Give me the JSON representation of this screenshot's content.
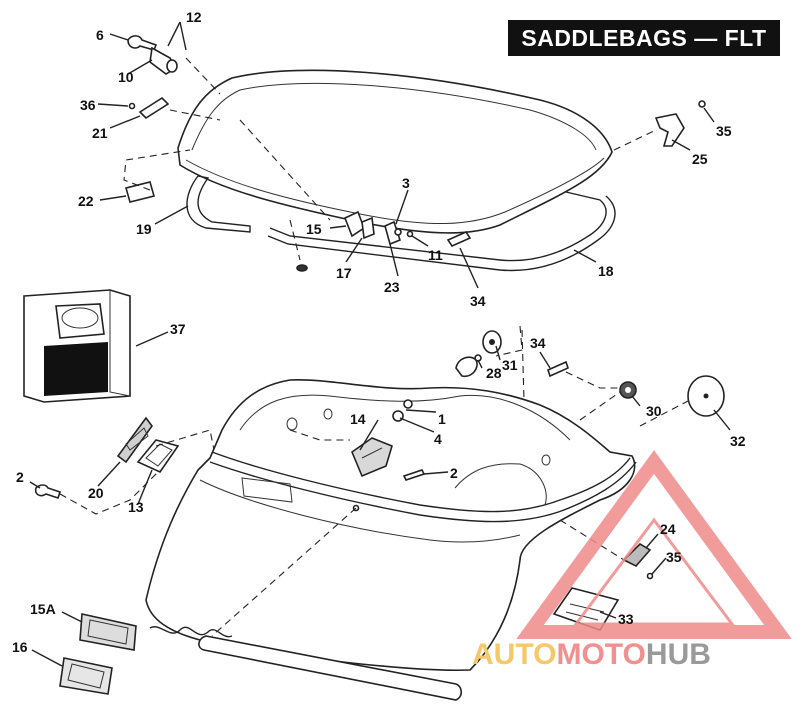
{
  "title": "SADDLEBAGS — FLT",
  "callouts": {
    "c12": "12",
    "c6": "6",
    "c10": "10",
    "c36": "36",
    "c21": "21",
    "c22": "22",
    "c19": "19",
    "c15": "15",
    "c17": "17",
    "c3": "3",
    "c23": "23",
    "c11": "11",
    "c34a": "34",
    "c18": "18",
    "c35a": "35",
    "c25": "25",
    "c37": "37",
    "c31": "31",
    "c28": "28",
    "c34b": "34",
    "c30": "30",
    "c32": "32",
    "c14": "14",
    "c1": "1",
    "c4": "4",
    "c2a": "2",
    "c2b": "2",
    "c20": "20",
    "c13": "13",
    "c24": "24",
    "c35b": "35",
    "c33": "33",
    "c15A": "15A",
    "c16": "16"
  },
  "watermark": {
    "part1": "AUTO",
    "part2": "MOTO",
    "part3": "HUB",
    "color_auto": "#f5c86a",
    "color_moto": "#f19090",
    "color_hub": "#9a9a9a",
    "triangle_color": "#f08a8a"
  },
  "colors": {
    "ink": "#111111",
    "paper": "#ffffff"
  }
}
